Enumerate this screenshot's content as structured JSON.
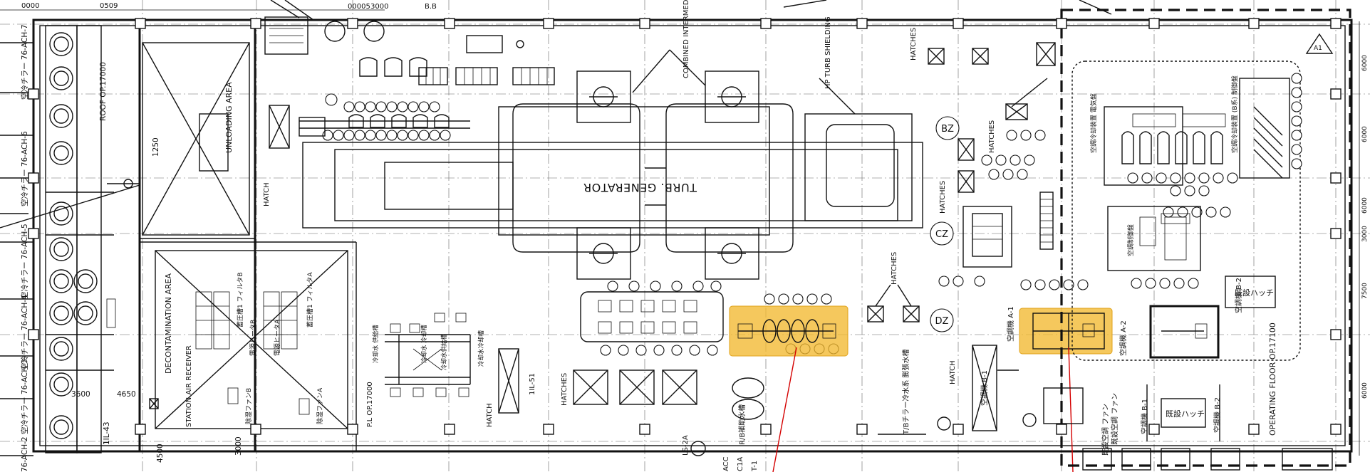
{
  "title": "",
  "colors": {
    "highlight": "#f2b92f",
    "leader_line": "#d40000",
    "ink": "#111111"
  },
  "left_strip": {
    "labels": [
      "空冷チラー 76-ACH-7",
      "空冷チラー 76-ACH-6",
      "空冷チラー 76-ACH-5",
      "空冷チラー 76-ACH-4",
      "空冷チラー 76-ACH-3",
      "76-ACH-2"
    ],
    "roof": "ROOF OP.17000",
    "dim_1250": "1250",
    "dim_3600": "3600",
    "dim_4650": "4650",
    "dim_4500": "4500",
    "dim_3000": "3000",
    "mark_1il43": "1IL-43"
  },
  "rooms": {
    "unloading": "UNLOADING AREA",
    "hatch_left": "HATCH",
    "decon": "DECONTAMINATION AREA",
    "station_air": "STATION AIR RECEIVER",
    "decon_items": [
      "蓄圧槽1 フィルタB",
      "蓄圧槽1 フィルタA",
      "電源ヒータB",
      "電源ヒータA",
      "除湿ファンB",
      "除湿ファンA"
    ],
    "op_17000_left": "P.L OP.17000"
  },
  "turbine": {
    "label": "TURB. GENERATOR",
    "combined": "COMBINED INTERMED SHIELDING",
    "hp_turb": "HP TURB SHIELDING",
    "hatches": "HATCHES"
  },
  "middle": {
    "hatch_1il51": "HATCH",
    "mark_1il51": "1IL-51",
    "hatches_lower": "HATCHES",
    "hatches_mid": "HATCHES",
    "water_tank": "R/B補助水槽",
    "small_labels": [
      "冷却水 供給槽",
      "冷却水 冷却槽",
      "冷却水供給槽",
      "冷却水冷却槽"
    ],
    "equip_left": "LS-2A",
    "bottom_frag": [
      "C1A",
      "T-1",
      "ACC"
    ],
    "tb_chiller": "T/Bチラー冷水系 膨張水槽",
    "hatch_mid": "HATCH",
    "cooler_a": "空調機 A-1",
    "cooler_a2": "空調機 A-2",
    "cooler_b": "空調機 B-1",
    "bubbles": [
      "BZ",
      "CZ",
      "DZ"
    ]
  },
  "right_area": {
    "top_label": "空調冷却装置 電気盤",
    "side_label": "空調冷却装置 (B系) 制御盤",
    "panel": "空調制御盤",
    "hatch_jp": "既設ハッチ",
    "hatch_jp2": "既設ハッチ",
    "fan": "既設空調 ファン",
    "cooler_b1": "空調機 B-1",
    "cooler_b2": "空調機 B-2",
    "cooler_b2_side": "空調機 B-2",
    "op_floor": "OPERATING FLOOR OP.17100",
    "revision": "A1"
  },
  "right_margin": [
    "6000",
    "6000",
    "6000",
    "3000",
    "7500",
    "6000"
  ],
  "top_strip": [
    "0000",
    "0509",
    "00005",
    "3000",
    "B.B"
  ]
}
